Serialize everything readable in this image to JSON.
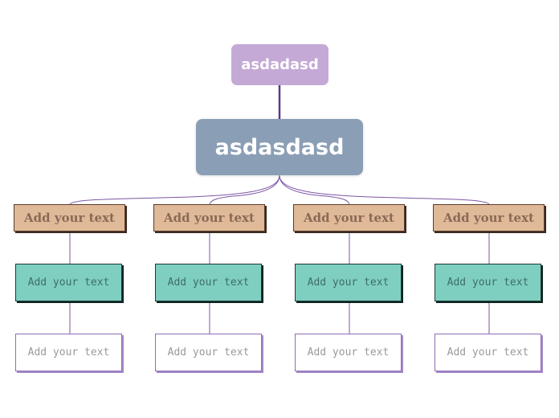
{
  "top_topic": {
    "label": "asdadasd"
  },
  "main_topic": {
    "label": "asdasdasd"
  },
  "branches": [
    {
      "header": "Add your text",
      "middle": "Add your text",
      "bottom": "Add your text"
    },
    {
      "header": "Add your text",
      "middle": "Add your text",
      "bottom": "Add your text"
    },
    {
      "header": "Add your text",
      "middle": "Add your text",
      "bottom": "Add your text"
    },
    {
      "header": "Add your text",
      "middle": "Add your text",
      "bottom": "Add your text"
    }
  ],
  "colors": {
    "top_topic_fill": "#c4a9d6",
    "main_topic_fill": "#8a9eb5",
    "branch_header_fill": "#e0b999",
    "middle_fill": "#7ecfc0",
    "bottom_border": "#8f6bb8",
    "connector": "#7d55a6"
  }
}
